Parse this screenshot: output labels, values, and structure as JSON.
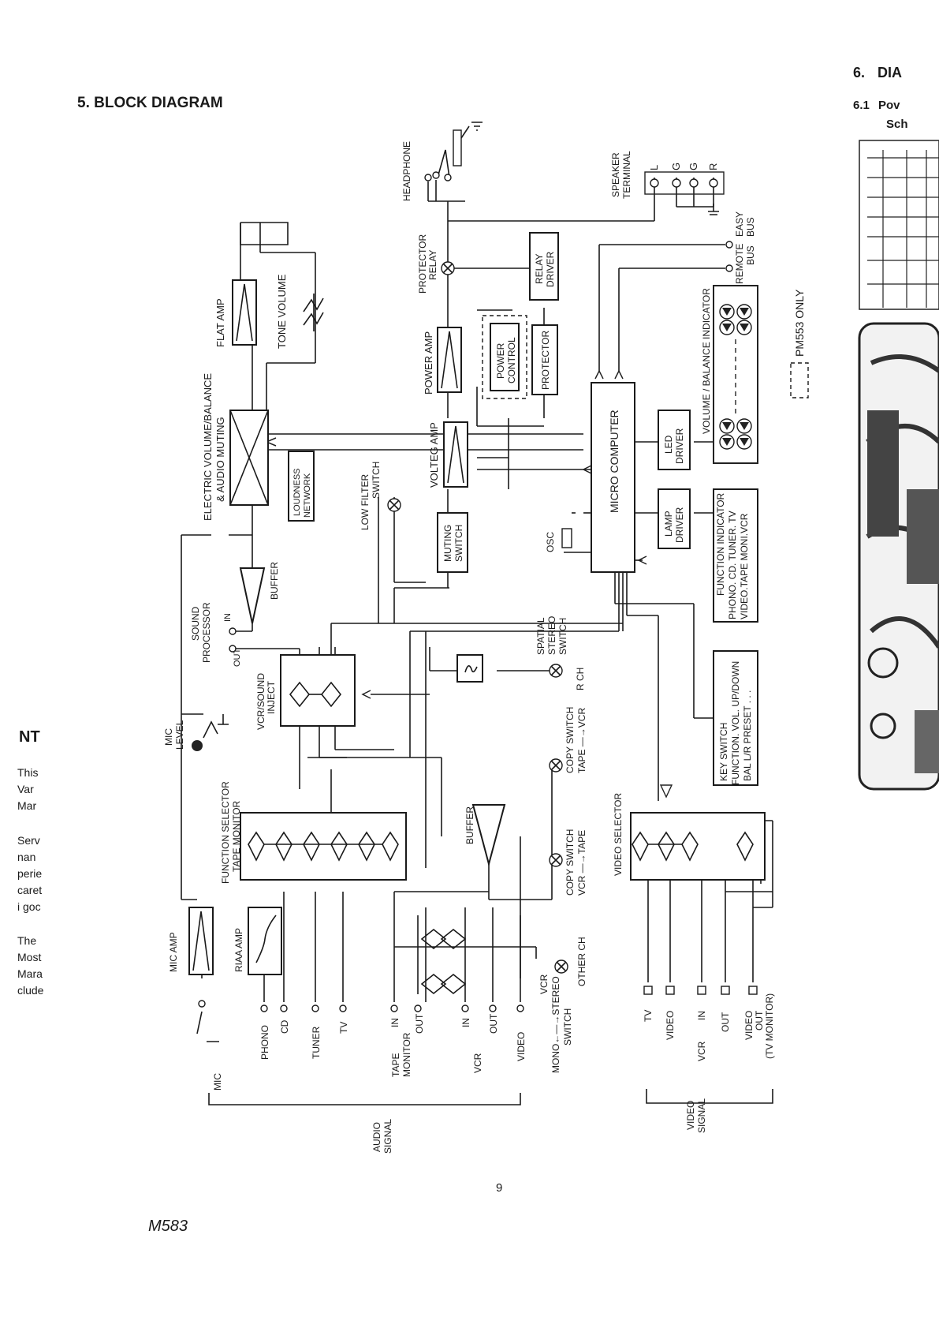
{
  "page": {
    "section_title": "5.  BLOCK DIAGRAM",
    "page_number": "9",
    "handwritten_note": "M583",
    "right_section_number": "6.",
    "right_section_title": "DIA",
    "right_subsection_number": "6.1",
    "right_subsection_title_1": "Pov",
    "right_subsection_title_2": "Sch",
    "pm553_label": "PM553 ONLY",
    "left_fragments": [
      "NT",
      "This",
      "Var",
      "Mar",
      "Serv",
      "nan",
      "perie",
      "caret",
      "i goc",
      "The",
      "Most",
      "Mara",
      "clude"
    ]
  },
  "diagram": {
    "blocks": {
      "flat_amp": "FLAT AMP",
      "tone_volume": "TONE VOLUME",
      "electric_volume_1": "ELECTRIC VOLUME/BALANCE",
      "electric_volume_2": "& AUDIO MUTING",
      "loudness_1": "LOUDNESS",
      "loudness_2": "NETWORK",
      "buffer_top": "BUFFER",
      "sound_processor_1": "SOUND",
      "sound_processor_2": "PROCESSOR",
      "sp_in": "IN",
      "sp_out": "OUT",
      "vcr_sound_1": "VCR/SOUND",
      "vcr_sound_2": "INJECT",
      "mic_level_1": "MIC",
      "mic_level_2": "LEVEL",
      "function_selector_1": "FUNCTION SELECTOR",
      "function_selector_2": "TAPE MONITOR",
      "riaa_amp": "RIAA AMP",
      "mic_amp": "MIC AMP",
      "buffer_bottom": "BUFFER",
      "headphone": "HEADPHONE",
      "protector_relay_1": "PROTECTOR",
      "protector_relay_2": "RELAY",
      "relay_driver_1": "RELAY",
      "relay_driver_2": "DRIVER",
      "power_amp": "POWER AMP",
      "power_control_1": "POWER",
      "power_control_2": "CONTROL",
      "protector": "PROTECTOR",
      "volteg_amp": "VOLTEG AMP",
      "low_filter_1": "LOW FILTER",
      "low_filter_2": "SWITCH",
      "muting_switch_1": "MUTING",
      "muting_switch_2": "SWITCH",
      "osc": "OSC",
      "micro_computer": "MICRO COMPUTER",
      "led_driver_1": "LED",
      "led_driver_2": "DRIVER",
      "lamp_driver_1": "LAMP",
      "lamp_driver_2": "DRIVER",
      "speaker_terminal_1": "SPEAKER",
      "speaker_terminal_2": "TERMINAL",
      "easy_bus_1": "EASY",
      "easy_bus_2": "BUS",
      "remote_bus_1": "REMOTE",
      "remote_bus_2": "BUS",
      "volume_balance_indicator": "VOLUME / BALANCE INDICATOR",
      "function_indicator_1": "FUNCTION INDICATOR",
      "function_indicator_2": "PHONO. CD. TUNER. TV",
      "function_indicator_3": "VIDEO.TAPE MONI.VCR",
      "spatial_stereo_1": "SPATIAL",
      "spatial_stereo_2": "STEREO",
      "spatial_stereo_3": "SWITCH",
      "rch": "R CH",
      "key_switch_1": "KEY     SWITCH",
      "key_switch_2": "FUNCTION. VOL. UP/DOWN",
      "key_switch_3": "BAL L/R PRESET . . .",
      "copy_switch_top_1": "COPY  SWITCH",
      "copy_switch_top_2": "TAPE —→VCR",
      "copy_switch_bottom_1": "COPY  SWITCH",
      "copy_switch_bottom_2": "VCR —→TAPE",
      "video_selector": "VIDEO  SELECTOR",
      "vcr_stereo_1": "VCR",
      "vcr_stereo_2": "MONO←—→STEREO",
      "vcr_stereo_3": "SWITCH",
      "other_ch": "OTHER CH"
    },
    "speaker_pins": [
      "L",
      "G",
      "G",
      "R"
    ],
    "audio_inputs": {
      "mic": "MIC",
      "phono": "PHONO",
      "cd": "CD",
      "tuner": "TUNER",
      "tv": "TV",
      "tape_in": "IN",
      "tape_out": "OUT",
      "tape_group_1": "TAPE",
      "tape_group_2": "MONITOR",
      "vcr_in": "IN",
      "vcr_out": "OUT",
      "vcr_group": "VCR",
      "video": "VIDEO",
      "audio_signal_1": "AUDIO",
      "audio_signal_2": "SIGNAL"
    },
    "video_inputs": {
      "tv": "TV",
      "video": "VIDEO",
      "vcr_in": "IN",
      "vcr_out": "OUT",
      "vcr_group": "VCR",
      "video_out_1": "VIDEO",
      "video_out_2": "OUT",
      "video_out_3": "(TV MONITOR)",
      "video_signal_1": "VIDEO",
      "video_signal_2": "SIGNAL"
    }
  }
}
